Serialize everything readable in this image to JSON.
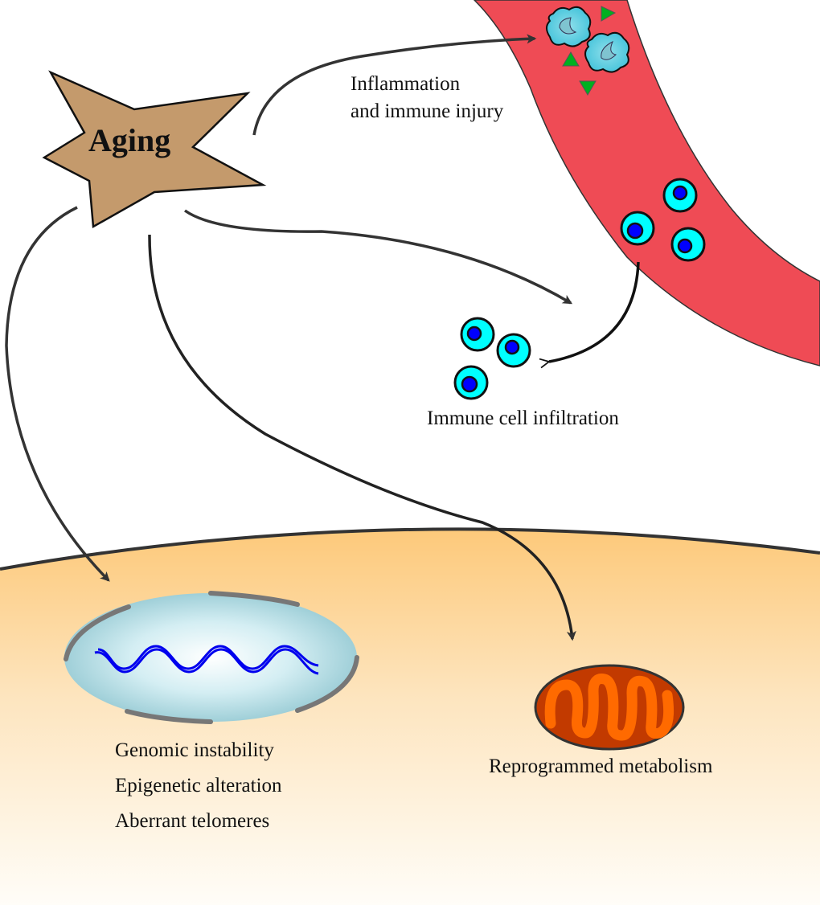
{
  "diagram": {
    "central_node": {
      "label": "Aging",
      "color": "#c49a6c"
    },
    "nodes": {
      "inflammation": {
        "lines": [
          "Inflammation",
          "and immune injury"
        ]
      },
      "infiltration": {
        "label": "Immune cell infiltration"
      },
      "nucleus": {
        "lines": [
          "Genomic instability",
          "Epigenetic alteration",
          "Aberrant telomeres"
        ]
      },
      "mitochondrion": {
        "label": "Reprogrammed metabolism"
      }
    },
    "edges": [
      {
        "from": "Aging",
        "to": "Inflammation and immune injury"
      },
      {
        "from": "Aging",
        "to": "Immune cell infiltration"
      },
      {
        "from": "Blood vessel immune cells",
        "to": "Immune cell infiltration"
      },
      {
        "from": "Aging",
        "to": "Genomic instability / Epigenetic alteration / Aberrant telomeres"
      },
      {
        "from": "Aging",
        "to": "Reprogrammed metabolism"
      }
    ],
    "colors": {
      "vessel": "#ef4b55",
      "immune_cell": "#00ffff",
      "immune_nucleus": "#0000ff",
      "macrophage": "#5fd0e0",
      "cytokine": "#00b020",
      "cell_body": "#fdd58e",
      "nucleus": "#a8d8e0",
      "dna": "#0000ee",
      "mito_outer": "#c23a00",
      "mito_inner": "#ff6a00"
    }
  }
}
